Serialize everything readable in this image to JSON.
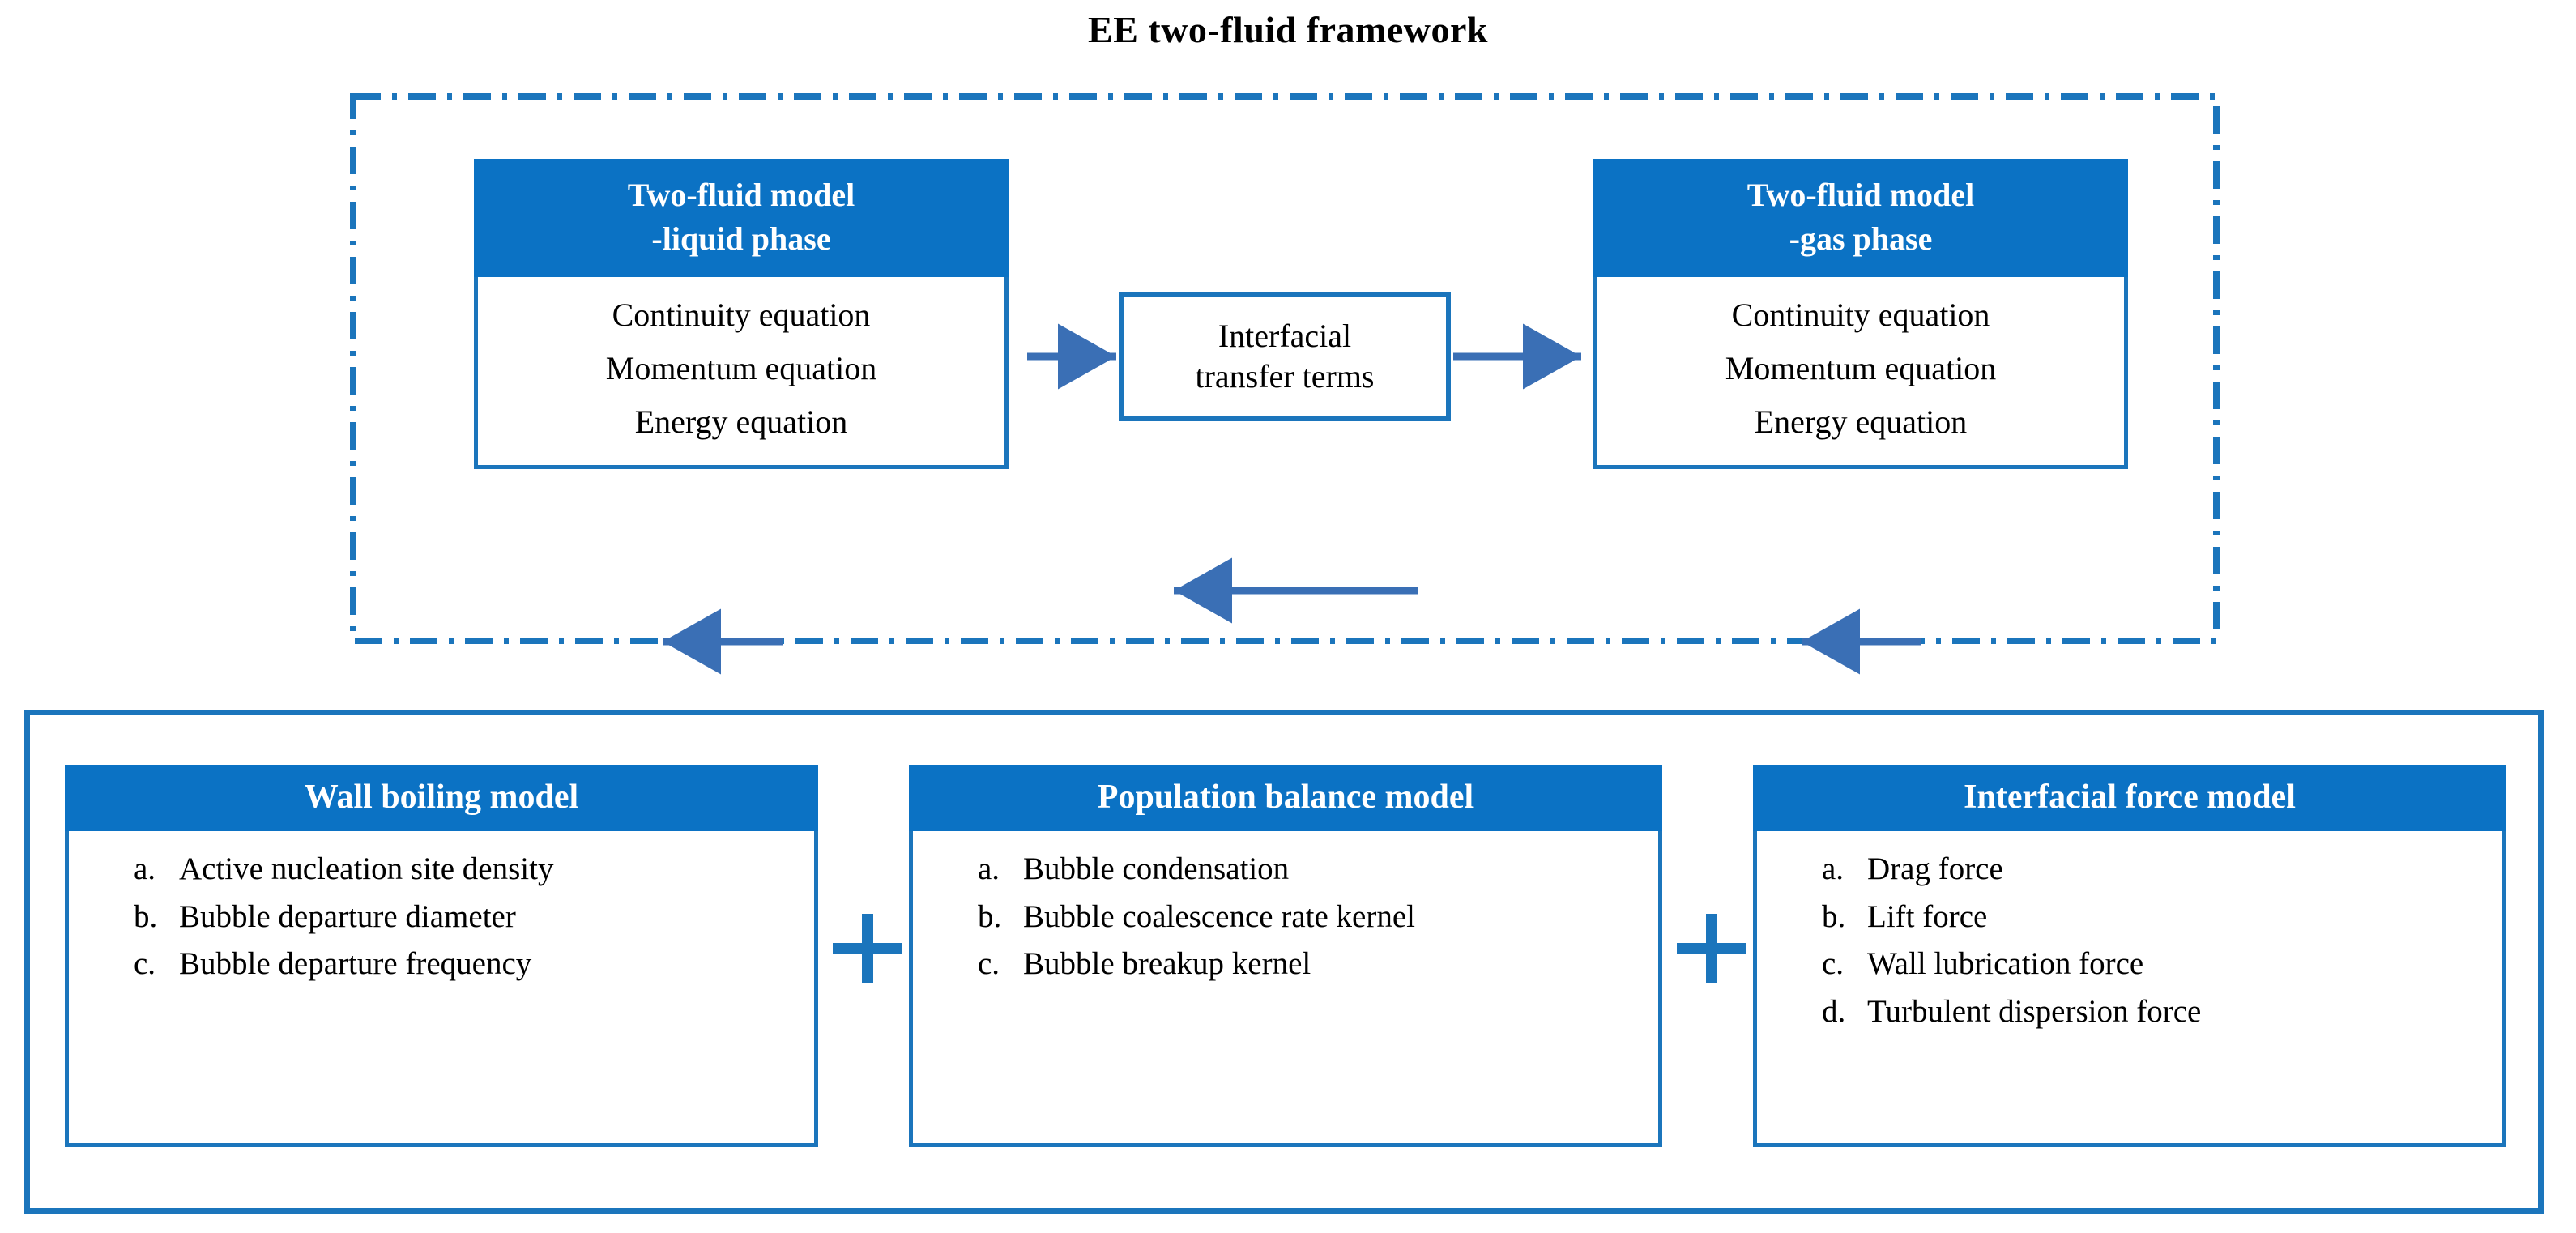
{
  "figure": {
    "title": "EE two-fluid framework"
  },
  "colors": {
    "header_blue": "#0B72C4",
    "border_blue": "#1B75BC",
    "arrow_blue": "#3A6FB5",
    "text_black": "#000000",
    "header_text": "#FFFFFF"
  },
  "upper": {
    "frame_label": "EE two-fluid framework",
    "liquid_box": {
      "title_line1": "Two-fluid model",
      "title_line2": "-liquid phase",
      "equations": [
        "Continuity equation",
        "Momentum equation",
        "Energy equation"
      ]
    },
    "gas_box": {
      "title_line1": "Two-fluid model",
      "title_line2": "-gas phase",
      "equations": [
        "Continuity equation",
        "Momentum equation",
        "Energy equation"
      ]
    },
    "interfacial_box": {
      "line1": "Interfacial",
      "line2": "transfer terms"
    }
  },
  "bottom": {
    "operators": [
      "+",
      "+"
    ],
    "cards": [
      {
        "title": "Wall boiling model",
        "items": [
          {
            "marker": "a.",
            "text": "Active nucleation site density"
          },
          {
            "marker": "b.",
            "text": "Bubble departure diameter"
          },
          {
            "marker": "c.",
            "text": "Bubble departure frequency"
          }
        ]
      },
      {
        "title": "Population balance model",
        "items": [
          {
            "marker": "a.",
            "text": "Bubble condensation"
          },
          {
            "marker": "b.",
            "text": "Bubble coalescence rate kernel"
          },
          {
            "marker": "c.",
            "text": "Bubble breakup kernel"
          }
        ]
      },
      {
        "title": "Interfacial force model",
        "items": [
          {
            "marker": "a.",
            "text": "Drag force"
          },
          {
            "marker": "b.",
            "text": "Lift force"
          },
          {
            "marker": "c.",
            "text": "Wall lubrication force"
          },
          {
            "marker": "d.",
            "text": "Turbulent dispersion force"
          }
        ]
      }
    ]
  },
  "arrows": [
    {
      "name": "interfacial-to-liquid",
      "direction": "left"
    },
    {
      "name": "interfacial-to-gas",
      "direction": "right"
    },
    {
      "name": "liquid-to-bottom-panel",
      "direction": "down"
    },
    {
      "name": "gas-to-bottom-panel",
      "direction": "down"
    },
    {
      "name": "bottom-panel-to-interfacial",
      "direction": "up"
    }
  ]
}
